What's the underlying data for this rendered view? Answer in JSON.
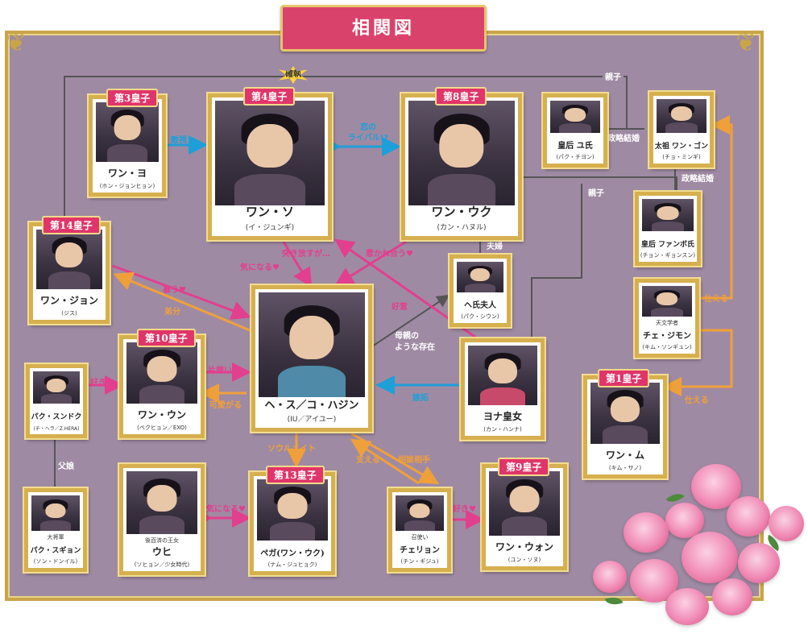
{
  "title": "相関図",
  "labels": {
    "kakushitsu": "確執",
    "tekishi": "敵視",
    "koi_rival": "恋の\nライバル!?",
    "oyako_top": "親子",
    "oyako_mid": "親子",
    "seiryaku1": "政略結婚",
    "seiryaku2": "政略結婚",
    "fufu": "夫婦",
    "tsukihanasu": "突き放すが…",
    "kininaru1": "気になる♥",
    "hikare": "惹かれ合う♥",
    "shitau": "慕う♥",
    "otouto": "弟分",
    "koui": "好意",
    "hahaoya1": "母親の",
    "hahaoya2": "ような存在",
    "shitto": "嫉妬",
    "kataomoi": "片想い♥",
    "kawaigaru": "可愛がる",
    "suki1": "好き♥",
    "suki2": "好き♥",
    "fujo": "父娘",
    "soulmate": "ソウルメイト",
    "sasaeru": "支える",
    "soudan": "相談相手",
    "kininaru2": "気になる♥",
    "tsukaeru1": "仕える",
    "tsukaeru2": "仕える"
  },
  "characters": {
    "wang_yo": {
      "rank": "第3皇子",
      "name": "ワン・ヨ",
      "actor": "(ホン・ジョンヒョン)"
    },
    "wang_so": {
      "rank": "第4皇子",
      "name": "ワン・ソ",
      "actor": "(イ・ジュンギ)"
    },
    "wang_wook": {
      "rank": "第8皇子",
      "name": "ワン・ウク",
      "actor": "(カン・ハヌル)"
    },
    "empress_yoo": {
      "name": "皇后 ユ氏",
      "actor": "(パク・チヨン)"
    },
    "taejo": {
      "name": "太祖 ワン・ゴン",
      "actor": "(チョ・ミンギ)"
    },
    "empress_hwangbo": {
      "name": "皇后 ファンボ氏",
      "actor": "(チョン・ギョンスン)"
    },
    "wang_jung": {
      "rank": "第14皇子",
      "name": "ワン・ジョン",
      "actor": "(ジス)"
    },
    "lady_hae": {
      "name": "ヘ氏夫人",
      "actor": "(パク・シウン)"
    },
    "choi_ji_mong": {
      "pre": "天文学者",
      "name": "チェ・ジモン",
      "actor": "(キム・ソンギュン)"
    },
    "hae_soo": {
      "name": "ヘ・ス／コ・ハジン",
      "actor": "(IU／アイユー)"
    },
    "yeon_hwa": {
      "name": "ヨナ皇女",
      "actor": "(カン・ハンナ)"
    },
    "wang_eun": {
      "rank": "第10皇子",
      "name": "ワン・ウン",
      "actor": "(ベクヒョン／EXO)"
    },
    "park_soon_deok": {
      "name": "パク・スンドク",
      "actor": "(チ・ヘラ／Z.HERA)"
    },
    "wang_mu": {
      "rank": "第1皇子",
      "name": "ワン・ム",
      "actor": "(キム・サノ)"
    },
    "park_soo_kyung": {
      "pre": "大将軍",
      "name": "パク・スギョン",
      "actor": "(ソン・ドンイル)"
    },
    "woo_hee": {
      "pre": "後百済の王女",
      "name": "ウヒ",
      "actor": "(ソヒョン／少女時代)"
    },
    "baek_ah": {
      "rank": "第13皇子",
      "name": "ペガ(ワン・ウク)",
      "actor": "(ナム・ジュヒョク)"
    },
    "chae_ryung": {
      "pre": "召使い",
      "name": "チェリョン",
      "actor": "(チン・ギジュ)"
    },
    "wang_won": {
      "rank": "第9皇子",
      "name": "ワン・ウォン",
      "actor": "(ユン・ソヌ)"
    }
  },
  "colors": {
    "board": "#9f8aa3",
    "frame": "#d6b04e",
    "rank": "#e0356a",
    "pink_arrow": "#e23f8f",
    "blue_arrow": "#1e9fd8",
    "orange_arrow": "#f0a03a",
    "grey_line": "#555555",
    "flower": "#f08ab5"
  }
}
